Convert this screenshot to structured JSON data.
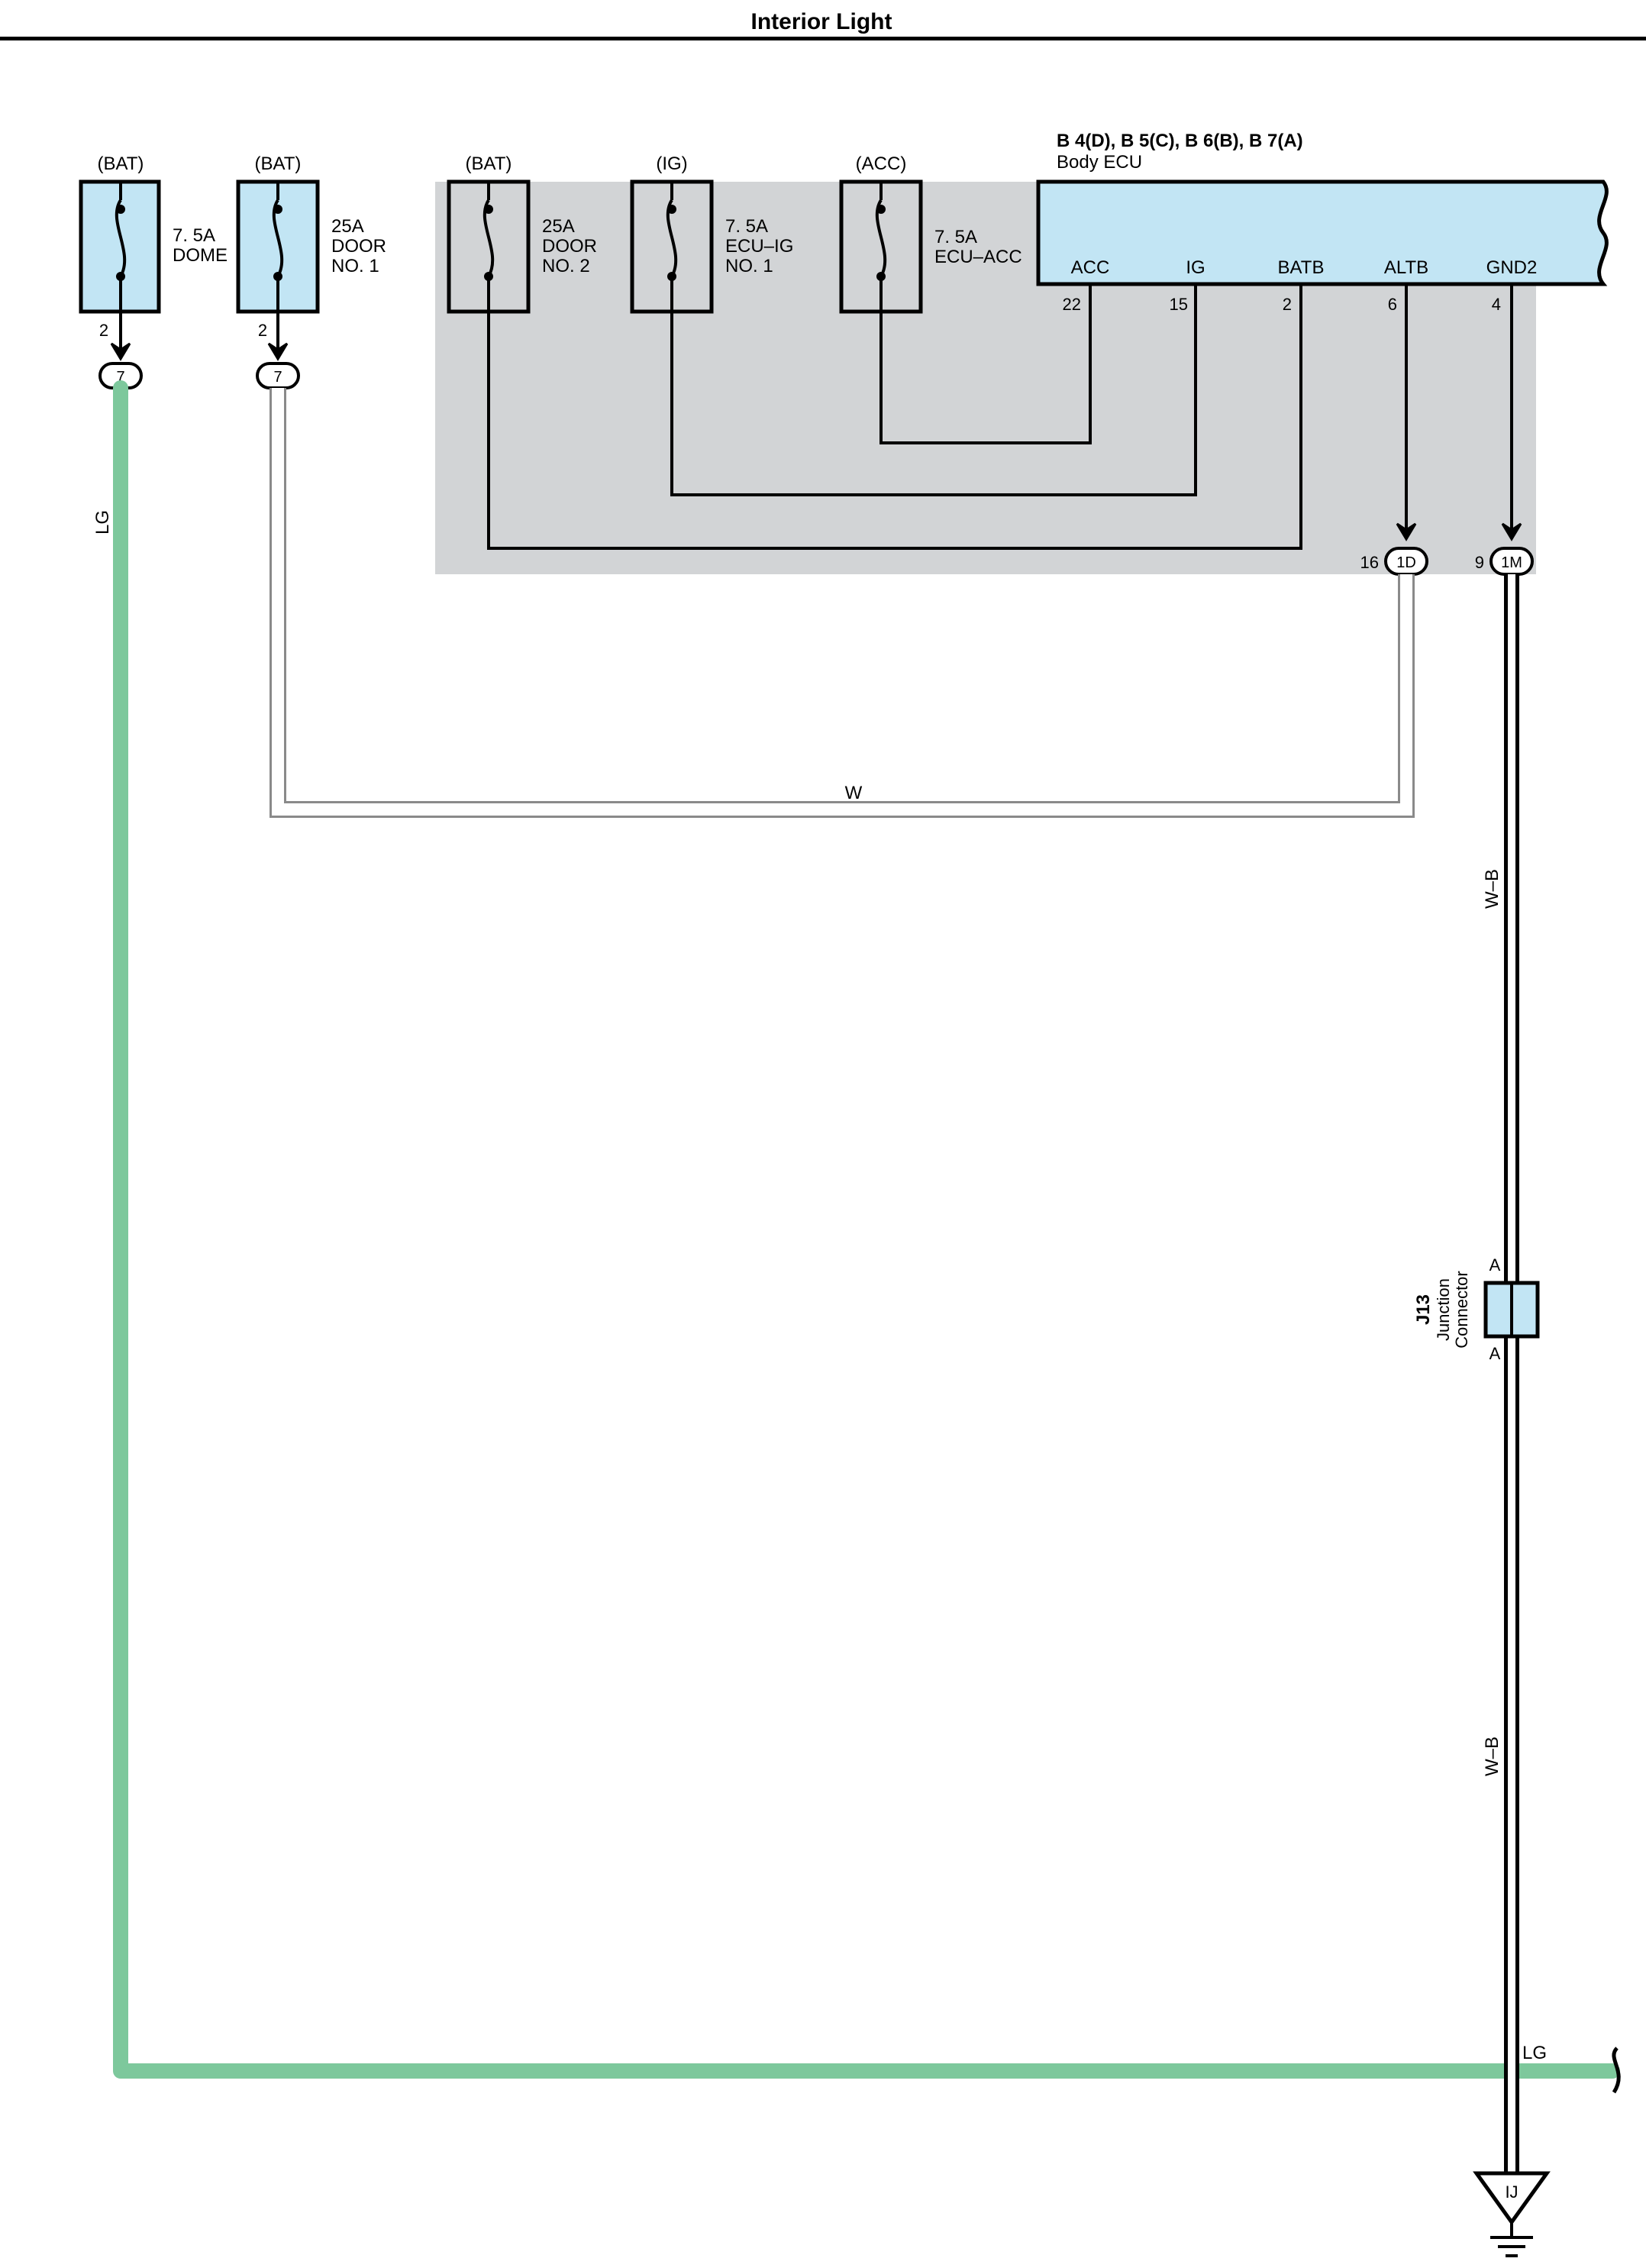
{
  "page": {
    "title": "Interior Light"
  },
  "colors": {
    "shaded_region": "#d2d4d6",
    "component_fill": "#c2e5f4",
    "wire_lg": "#7dc89c",
    "wire_outline": "#8a8a8a",
    "line": "#000000"
  },
  "fuses": [
    {
      "source": "(BAT)",
      "rating": "7. 5A",
      "name_line1": "DOME",
      "name_line2": "",
      "pin": "2",
      "connector": "7"
    },
    {
      "source": "(BAT)",
      "rating": "25A",
      "name_line1": "DOOR",
      "name_line2": "NO. 1",
      "pin": "2",
      "connector": "7"
    },
    {
      "source": "(BAT)",
      "rating": "25A",
      "name_line1": "DOOR",
      "name_line2": "NO. 2"
    },
    {
      "source": "(IG)",
      "rating": "7. 5A",
      "name_line1": "ECU–IG",
      "name_line2": "NO. 1"
    },
    {
      "source": "(ACC)",
      "rating": "7. 5A",
      "name_line1": "ECU–ACC",
      "name_line2": ""
    }
  ],
  "body_ecu": {
    "codes": "B 4(D), B 5(C), B 6(B), B 7(A)",
    "name": "Body ECU",
    "terminals": [
      {
        "label": "ACC",
        "pin": "22"
      },
      {
        "label": "IG",
        "pin": "15"
      },
      {
        "label": "BATB",
        "pin": "2"
      },
      {
        "label": "ALTB",
        "pin": "6"
      },
      {
        "label": "GND2",
        "pin": "4"
      }
    ]
  },
  "junction_connectors": [
    {
      "pin": "16",
      "code": "1D"
    },
    {
      "pin": "9",
      "code": "1M"
    }
  ],
  "wires": {
    "lg_left": "LG",
    "w": "W",
    "wb_upper": "W–B",
    "wb_lower": "W–B",
    "lg_bottom": "LG"
  },
  "j13": {
    "id": "J13",
    "line1": "Junction",
    "line2": "Connector",
    "pin_top": "A",
    "pin_bottom": "A"
  },
  "ground": {
    "label": "IJ"
  }
}
